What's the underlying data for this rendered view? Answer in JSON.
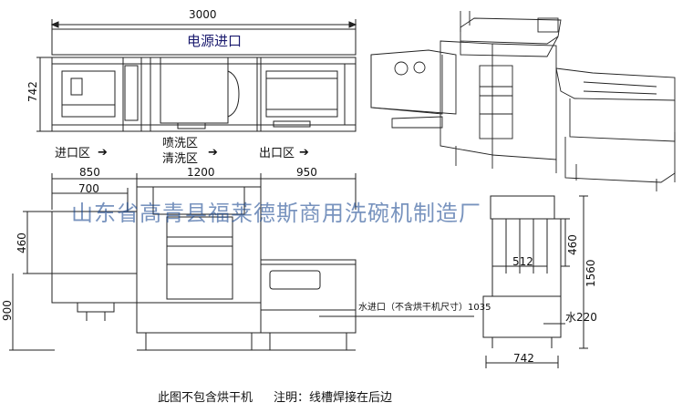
{
  "top_view": {
    "total_width": "3000",
    "power_inlet": "电源进口",
    "depth": "742",
    "zones": {
      "inlet": "进口区",
      "spray": "喷洗区",
      "rinse": "清洗区",
      "outlet": "出口区"
    },
    "arrow": "➔"
  },
  "front_view": {
    "section_widths": [
      "850",
      "1200",
      "950"
    ],
    "sub_width": "700",
    "height_460": "460",
    "height_900": "900",
    "water_inlet_note": "水进口（不含烘干机尺寸）1035"
  },
  "side_view": {
    "inner_width": "512",
    "height_460": "460",
    "total_height": "1560",
    "water_220": "水220",
    "depth": "742"
  },
  "watermark": "山东省高青县福莱德斯商用洗碗机制造厂",
  "notes": {
    "no_dryer": "此图不包含烘干机",
    "note": "注明：线槽焊接在后边"
  },
  "colors": {
    "line": "#222222",
    "watermark": "#0b3c8a",
    "power_label": "#1a1a6e"
  }
}
